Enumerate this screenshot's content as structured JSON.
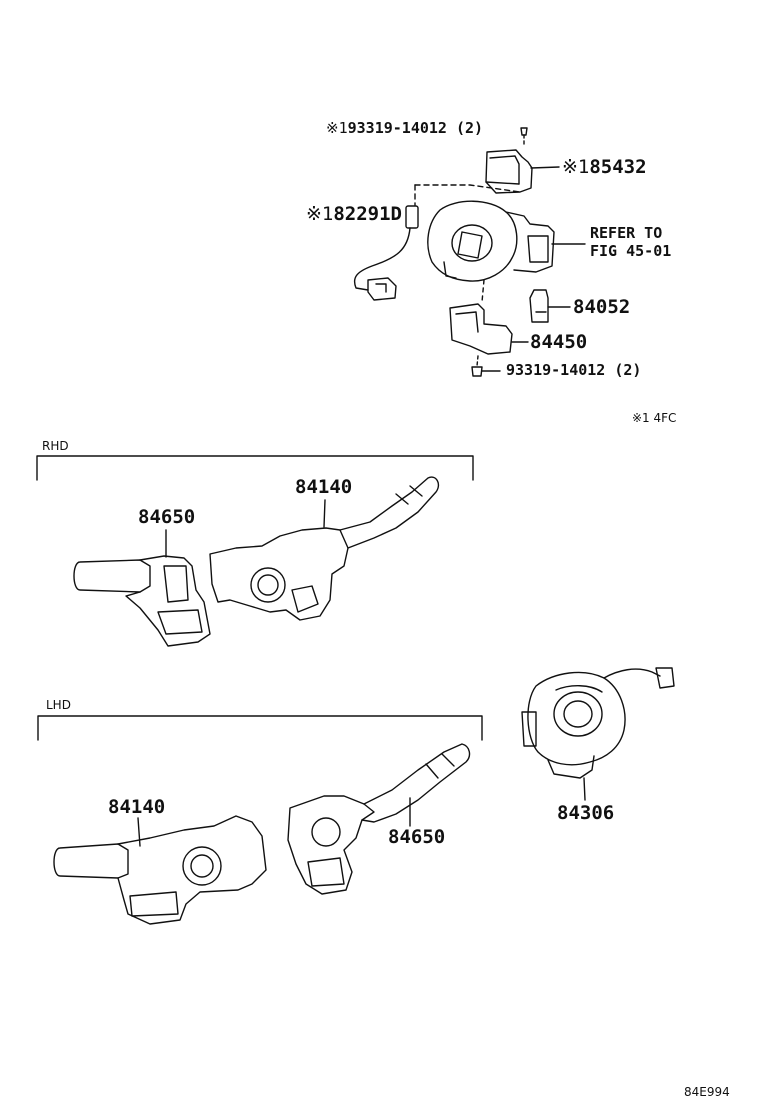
{
  "labels": {
    "p93319_top_mark": "※1",
    "p93319_top": "93319-14012 (2)",
    "p85432_mark": "※1",
    "p85432": "85432",
    "p82291d_mark": "※1",
    "p82291d": "82291D",
    "refer_line1": "REFER TO",
    "refer_line2": "FIG 45-01",
    "p84052": "84052",
    "p84450": "84450",
    "p93319_bottom": "93319-14012 (2)",
    "note": "※1  4FC",
    "rhd": "RHD",
    "rhd_84140": "84140",
    "rhd_84650": "84650",
    "lhd": "LHD",
    "lhd_84140": "84140",
    "lhd_84650": "84650",
    "p84306": "84306",
    "figure_code": "84E994"
  }
}
